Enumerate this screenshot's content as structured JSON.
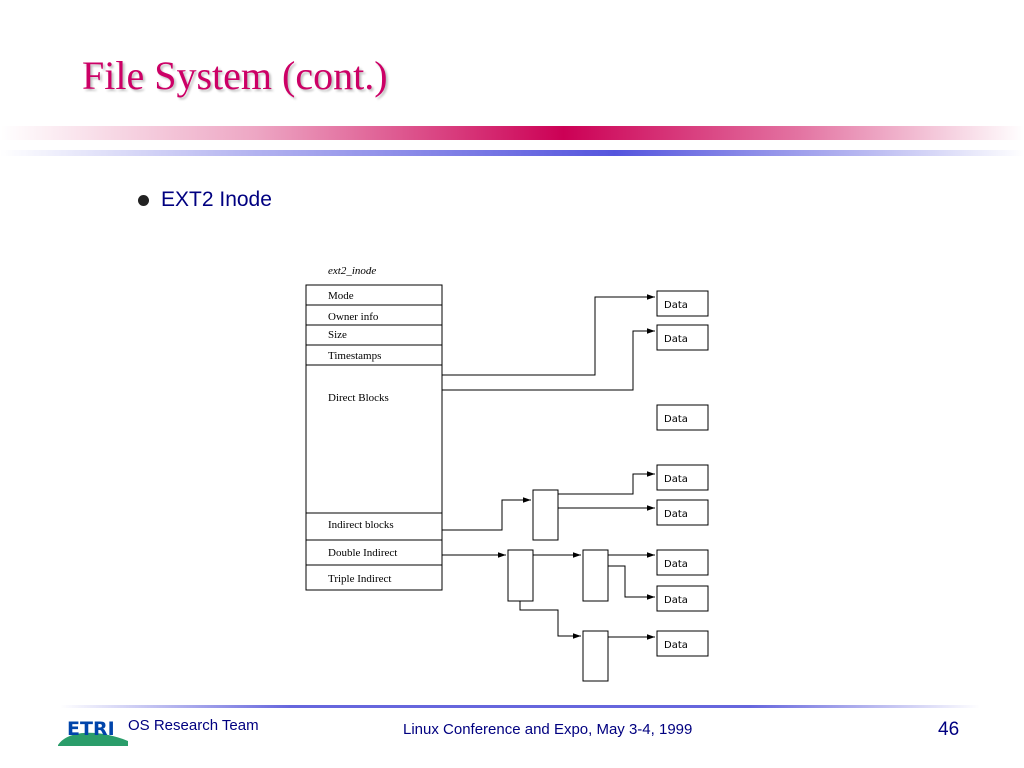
{
  "slide": {
    "title": "File System (cont.)",
    "bullet": "EXT2 Inode"
  },
  "diagram": {
    "caption": "ext2_inode",
    "fields": [
      "Mode",
      "Owner info",
      "Size",
      "Timestamps",
      "Direct Blocks",
      "Indirect blocks",
      "Double Indirect",
      "Triple Indirect"
    ],
    "data_label": "Data"
  },
  "footer": {
    "logo_text": "ETRI",
    "team": "OS Research Team",
    "conference": "Linux Conference and Expo, May 3-4, 1999",
    "page_number": "46"
  },
  "colors": {
    "title": "#cc0066",
    "body_text": "#000080",
    "accent_bar": "#cc0055",
    "rule": "#5555dd",
    "logo": "#0044aa"
  }
}
